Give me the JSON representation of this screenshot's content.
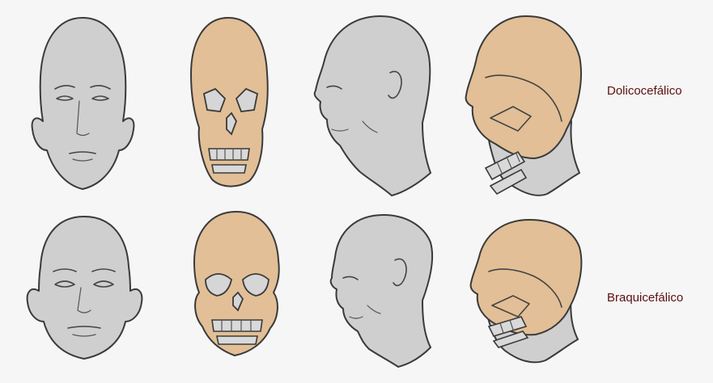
{
  "rows": [
    {
      "label": "Dolicocefálico",
      "views": [
        "frontal-face",
        "frontal-skull",
        "lateral-face",
        "lateral-skull"
      ]
    },
    {
      "label": "Braquicefálico",
      "views": [
        "frontal-face",
        "frontal-skull",
        "lateral-face",
        "lateral-skull"
      ]
    }
  ],
  "colors": {
    "background": "#f6f6f6",
    "skin": "#cfcfcf",
    "bone": "#e2bf96",
    "outline": "#3a3a3a",
    "label_text": "#5a1010"
  }
}
